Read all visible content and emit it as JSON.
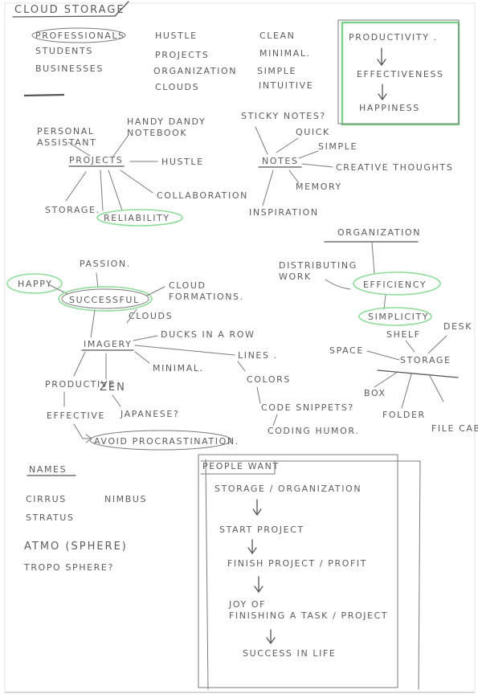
{
  "header": {
    "title": "CLOUD STORAGE"
  },
  "audience": [
    "PROFESSIONALS",
    "STUDENTS",
    "BUSINESSES"
  ],
  "keywords_col1": [
    "HUSTLE",
    "PROJECTS",
    "ORGANIZATION",
    "CLOUDS"
  ],
  "keywords_col2": [
    "CLEAN",
    "MINIMAL.",
    "SIMPLE",
    "INTUITIVE"
  ],
  "flow_box": {
    "items": [
      "PRODUCTIVITY .",
      "EFFECTIVENESS",
      "HAPPINESS"
    ]
  },
  "projects_map": {
    "center": "PROJECTS",
    "branches": [
      "PERSONAL ASSISTANT",
      "HANDY DANDY NOTEBOOK",
      "HUSTLE",
      "COLLABORATION",
      "STORAGE.",
      "RELIABILITY"
    ]
  },
  "notes_map": {
    "center": "NOTES",
    "branches": [
      "STICKY NOTES?",
      "QUICK",
      "SIMPLE",
      "CREATIVE THOUGHTS",
      "MEMORY",
      "INSPIRATION"
    ]
  },
  "organization_map": {
    "top": "ORGANIZATION",
    "left": "DISTRIBUTING WORK",
    "center": "EFFICIENCY",
    "below": "SIMPLICITY"
  },
  "storage_map": {
    "center": "STORAGE",
    "branches": [
      "SHELF",
      "DESK",
      "SPACE",
      "BOX",
      "FOLDER",
      "FILE CABINET"
    ]
  },
  "successful_map": {
    "center": "SUCCESSFUL",
    "branches": [
      "PASSION.",
      "HAPPY",
      "CLOUD FORMATIONS.",
      "CLOUDS"
    ]
  },
  "imagery_map": {
    "center": "IMAGERY",
    "branches": [
      "DUCKS IN A ROW",
      "LINES .",
      "MINIMAL.",
      "COLORS",
      "CODE SNIPPETS?",
      "CODING HUMOR.",
      "PRODUCTIVE",
      "ZEN",
      "EFFECTIVE",
      "JAPANESE?",
      "AVOID PROCRASTINATION."
    ]
  },
  "names": {
    "heading": "NAMES",
    "items": [
      "CIRRUS",
      "NIMBUS",
      "STRATUS",
      "ATMO (SPHERE)",
      "TROPO SPHERE?"
    ]
  },
  "people_box": {
    "heading": "PEOPLE WANT",
    "steps": [
      "STORAGE / ORGANIZATION",
      "START PROJECT",
      "FINISH PROJECT / PROFIT",
      "JOY OF FINISHING A TASK / PROJECT",
      "SUCCESS IN LIFE"
    ]
  },
  "colors": {
    "pencil": "#5d5d5d",
    "highlight": "#8fdc9a",
    "paper": "#ffffff"
  }
}
